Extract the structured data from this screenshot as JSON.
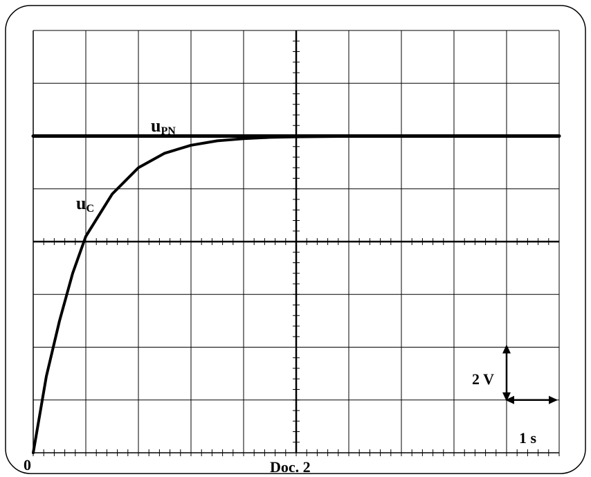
{
  "chart_data": {
    "type": "line",
    "title": "",
    "xlabel": "",
    "ylabel": "",
    "caption": "Doc. 2",
    "origin_label": "0",
    "grid": true,
    "xlim": [
      0,
      10
    ],
    "ylim": [
      0,
      16
    ],
    "scale": {
      "vertical": {
        "label": "2 V",
        "per_division": 2,
        "unit": "V"
      },
      "horizontal": {
        "label": "1 s",
        "per_division": 1,
        "unit": "s"
      }
    },
    "series": [
      {
        "name": "u",
        "subscript": "PN",
        "kind": "constant",
        "x": [
          0,
          10
        ],
        "y": [
          12,
          12
        ]
      },
      {
        "name": "u",
        "subscript": "C",
        "kind": "curve",
        "x": [
          0,
          0.25,
          0.5,
          0.75,
          1.0,
          1.5,
          2.0,
          2.5,
          3.0,
          3.5,
          4.0,
          4.5,
          5.0,
          6.0,
          7.0,
          8.0,
          10.0
        ],
        "y": [
          0,
          2.9,
          5.0,
          6.8,
          8.2,
          9.8,
          10.8,
          11.35,
          11.65,
          11.82,
          11.9,
          11.95,
          11.97,
          11.99,
          12.0,
          12.0,
          12.0
        ]
      }
    ]
  }
}
